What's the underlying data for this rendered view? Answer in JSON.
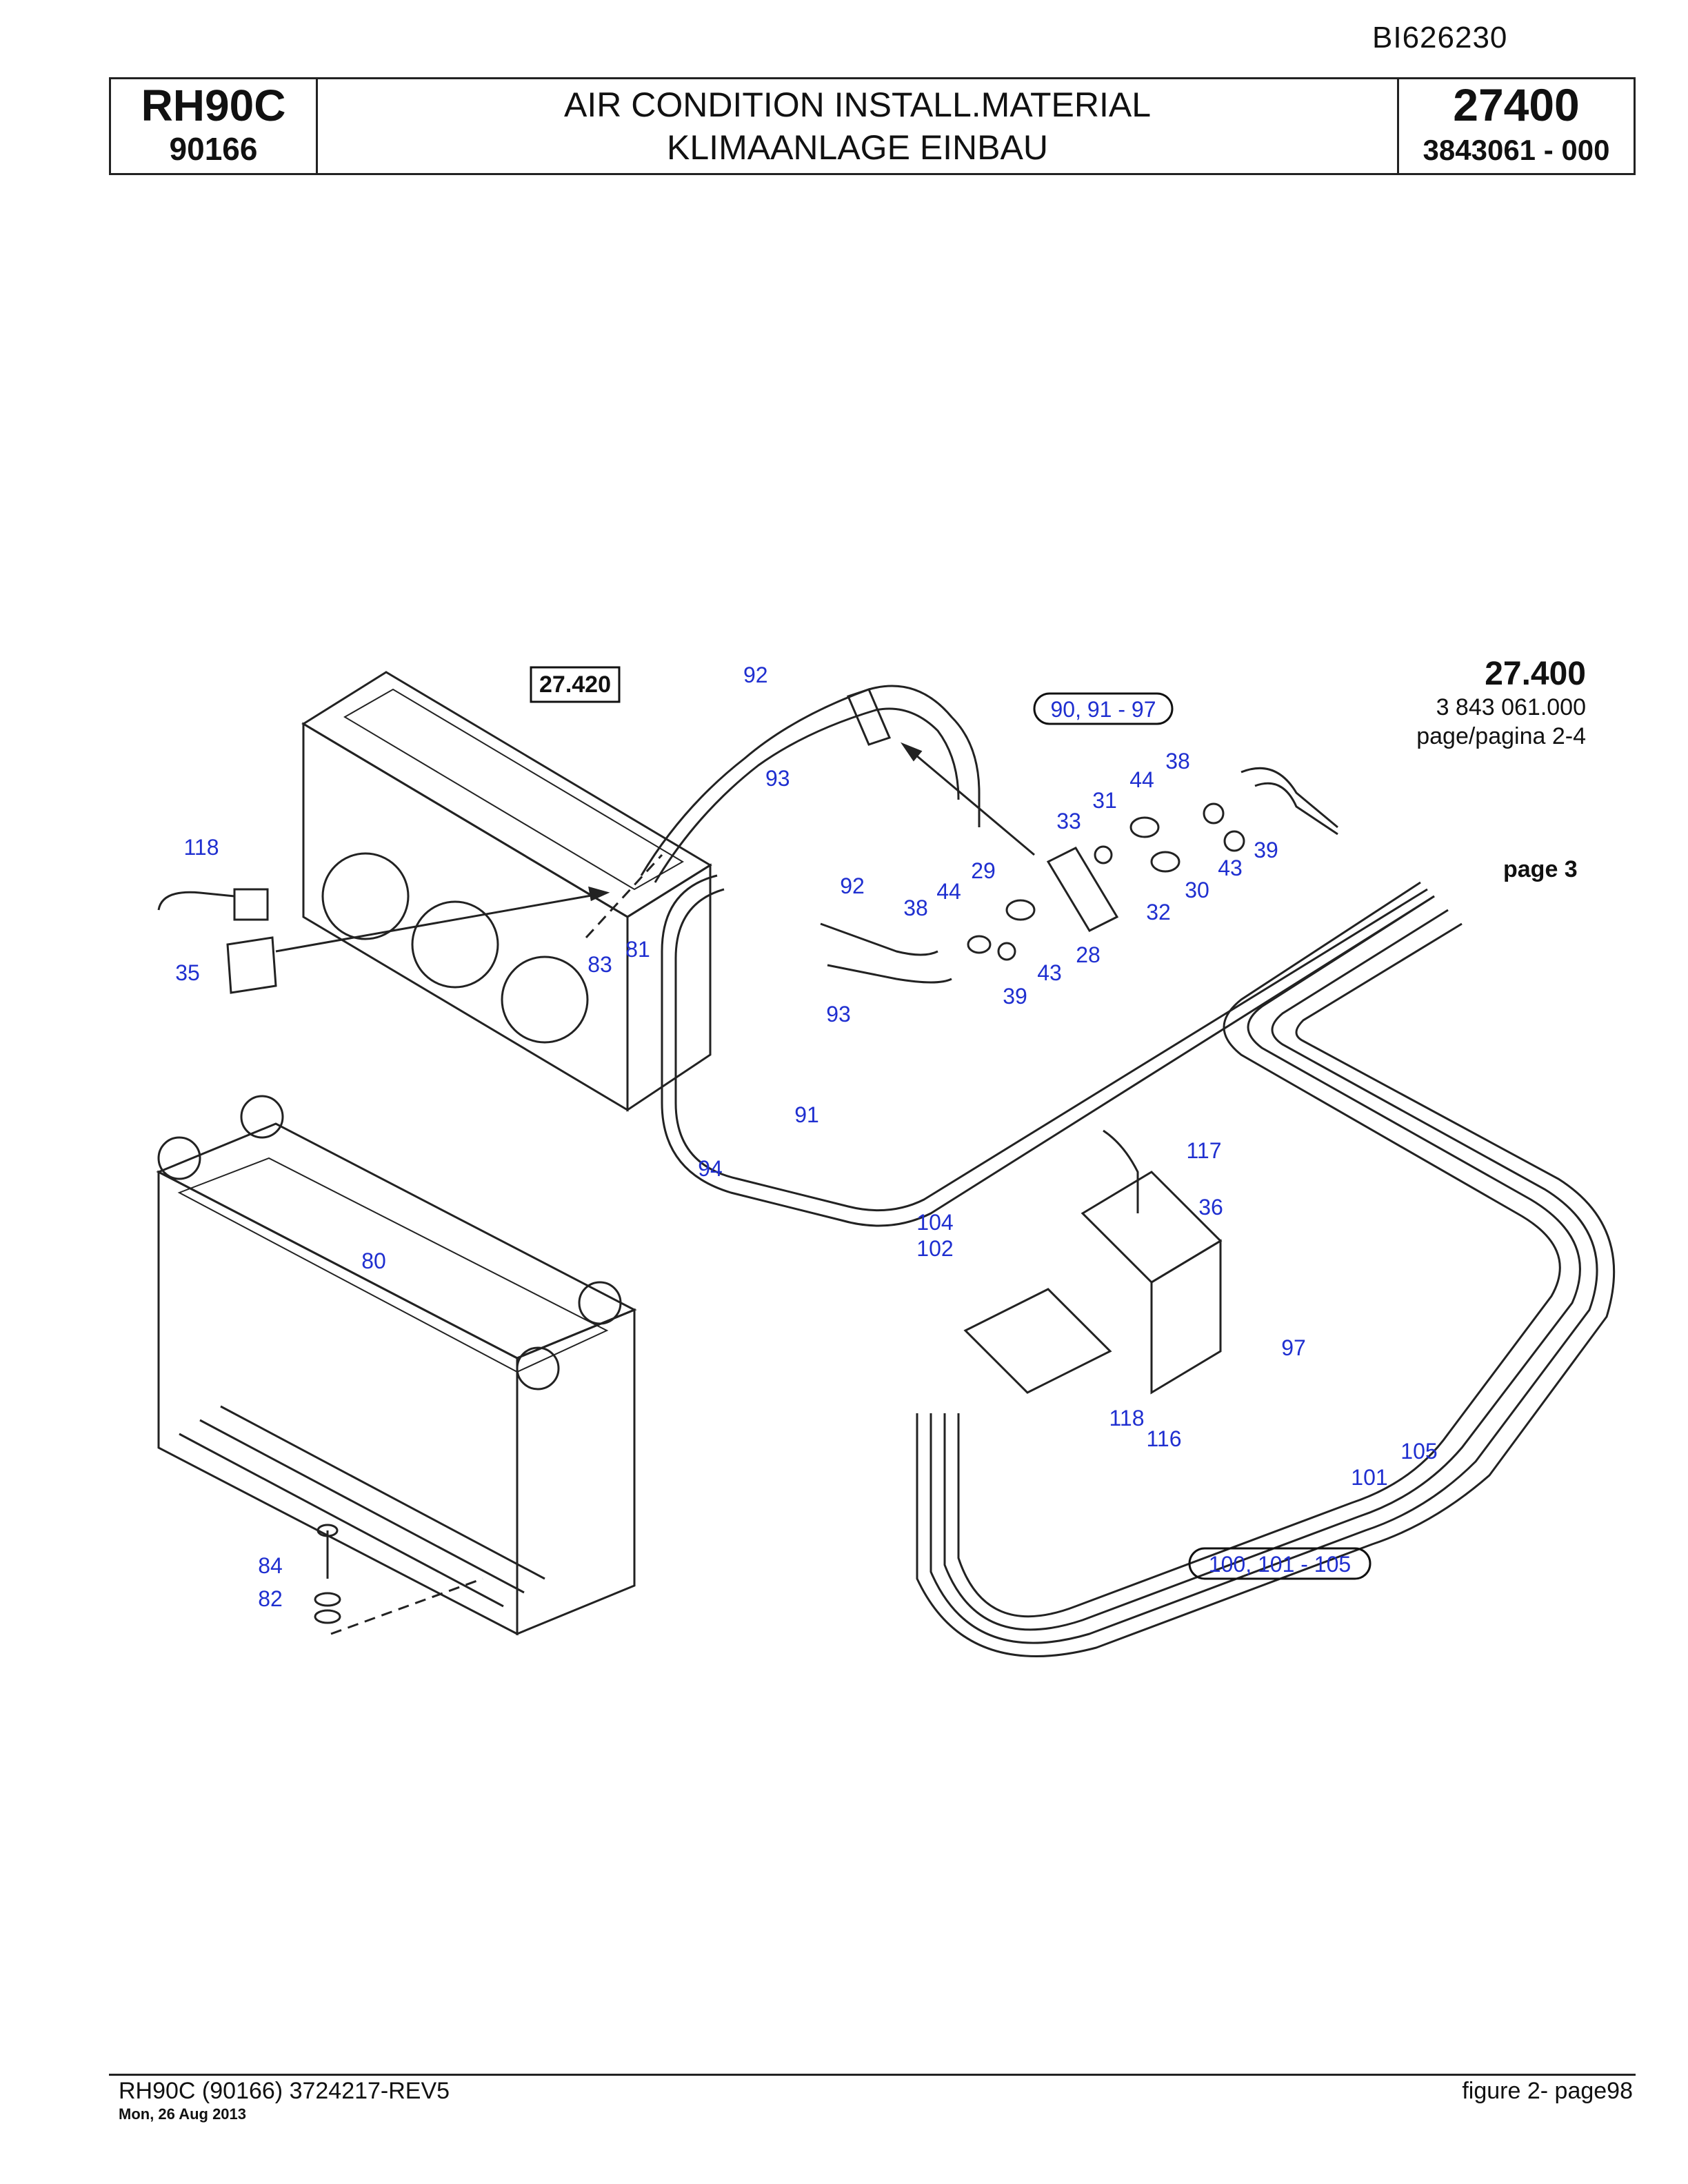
{
  "document_id": "BI626230",
  "header": {
    "model": "RH90C",
    "serial": "90166",
    "title_en": "AIR CONDITION INSTALL.MATERIAL",
    "title_de": "KLIMAANLAGE EINBAU",
    "group_no": "27400",
    "part_no": "3843061  - 000"
  },
  "reference": {
    "number": "27.400",
    "code": "3 843 061.000",
    "page": "page/pagina 2-4"
  },
  "boxed_ref": "27.420",
  "page_link": "page 3",
  "callouts": {
    "c92a": "92",
    "c93a": "93",
    "c90_97": "90, 91 - 97",
    "c118a": "118",
    "c35": "35",
    "c83": "83",
    "c81": "81",
    "c38a": "38",
    "c44a": "44",
    "c31": "31",
    "c33": "33",
    "c39a": "39",
    "c43a": "43",
    "c30": "30",
    "c32": "32",
    "c92b": "92",
    "c29": "29",
    "c44b": "44",
    "c38b": "38",
    "c28": "28",
    "c43b": "43",
    "c39b": "39",
    "c93b": "93",
    "c91": "91",
    "c94": "94",
    "c117": "117",
    "c36": "36",
    "c104": "104",
    "c102": "102",
    "c80": "80",
    "c97": "97",
    "c118b": "118",
    "c116": "116",
    "c105": "105",
    "c101": "101",
    "c100_105": "100, 101 - 105",
    "c84": "84",
    "c82": "82"
  },
  "footer": {
    "left": "RH90C (90166) 3724217-REV5",
    "date": "Mon, 26 Aug 2013",
    "right": "figure  2- page98"
  }
}
